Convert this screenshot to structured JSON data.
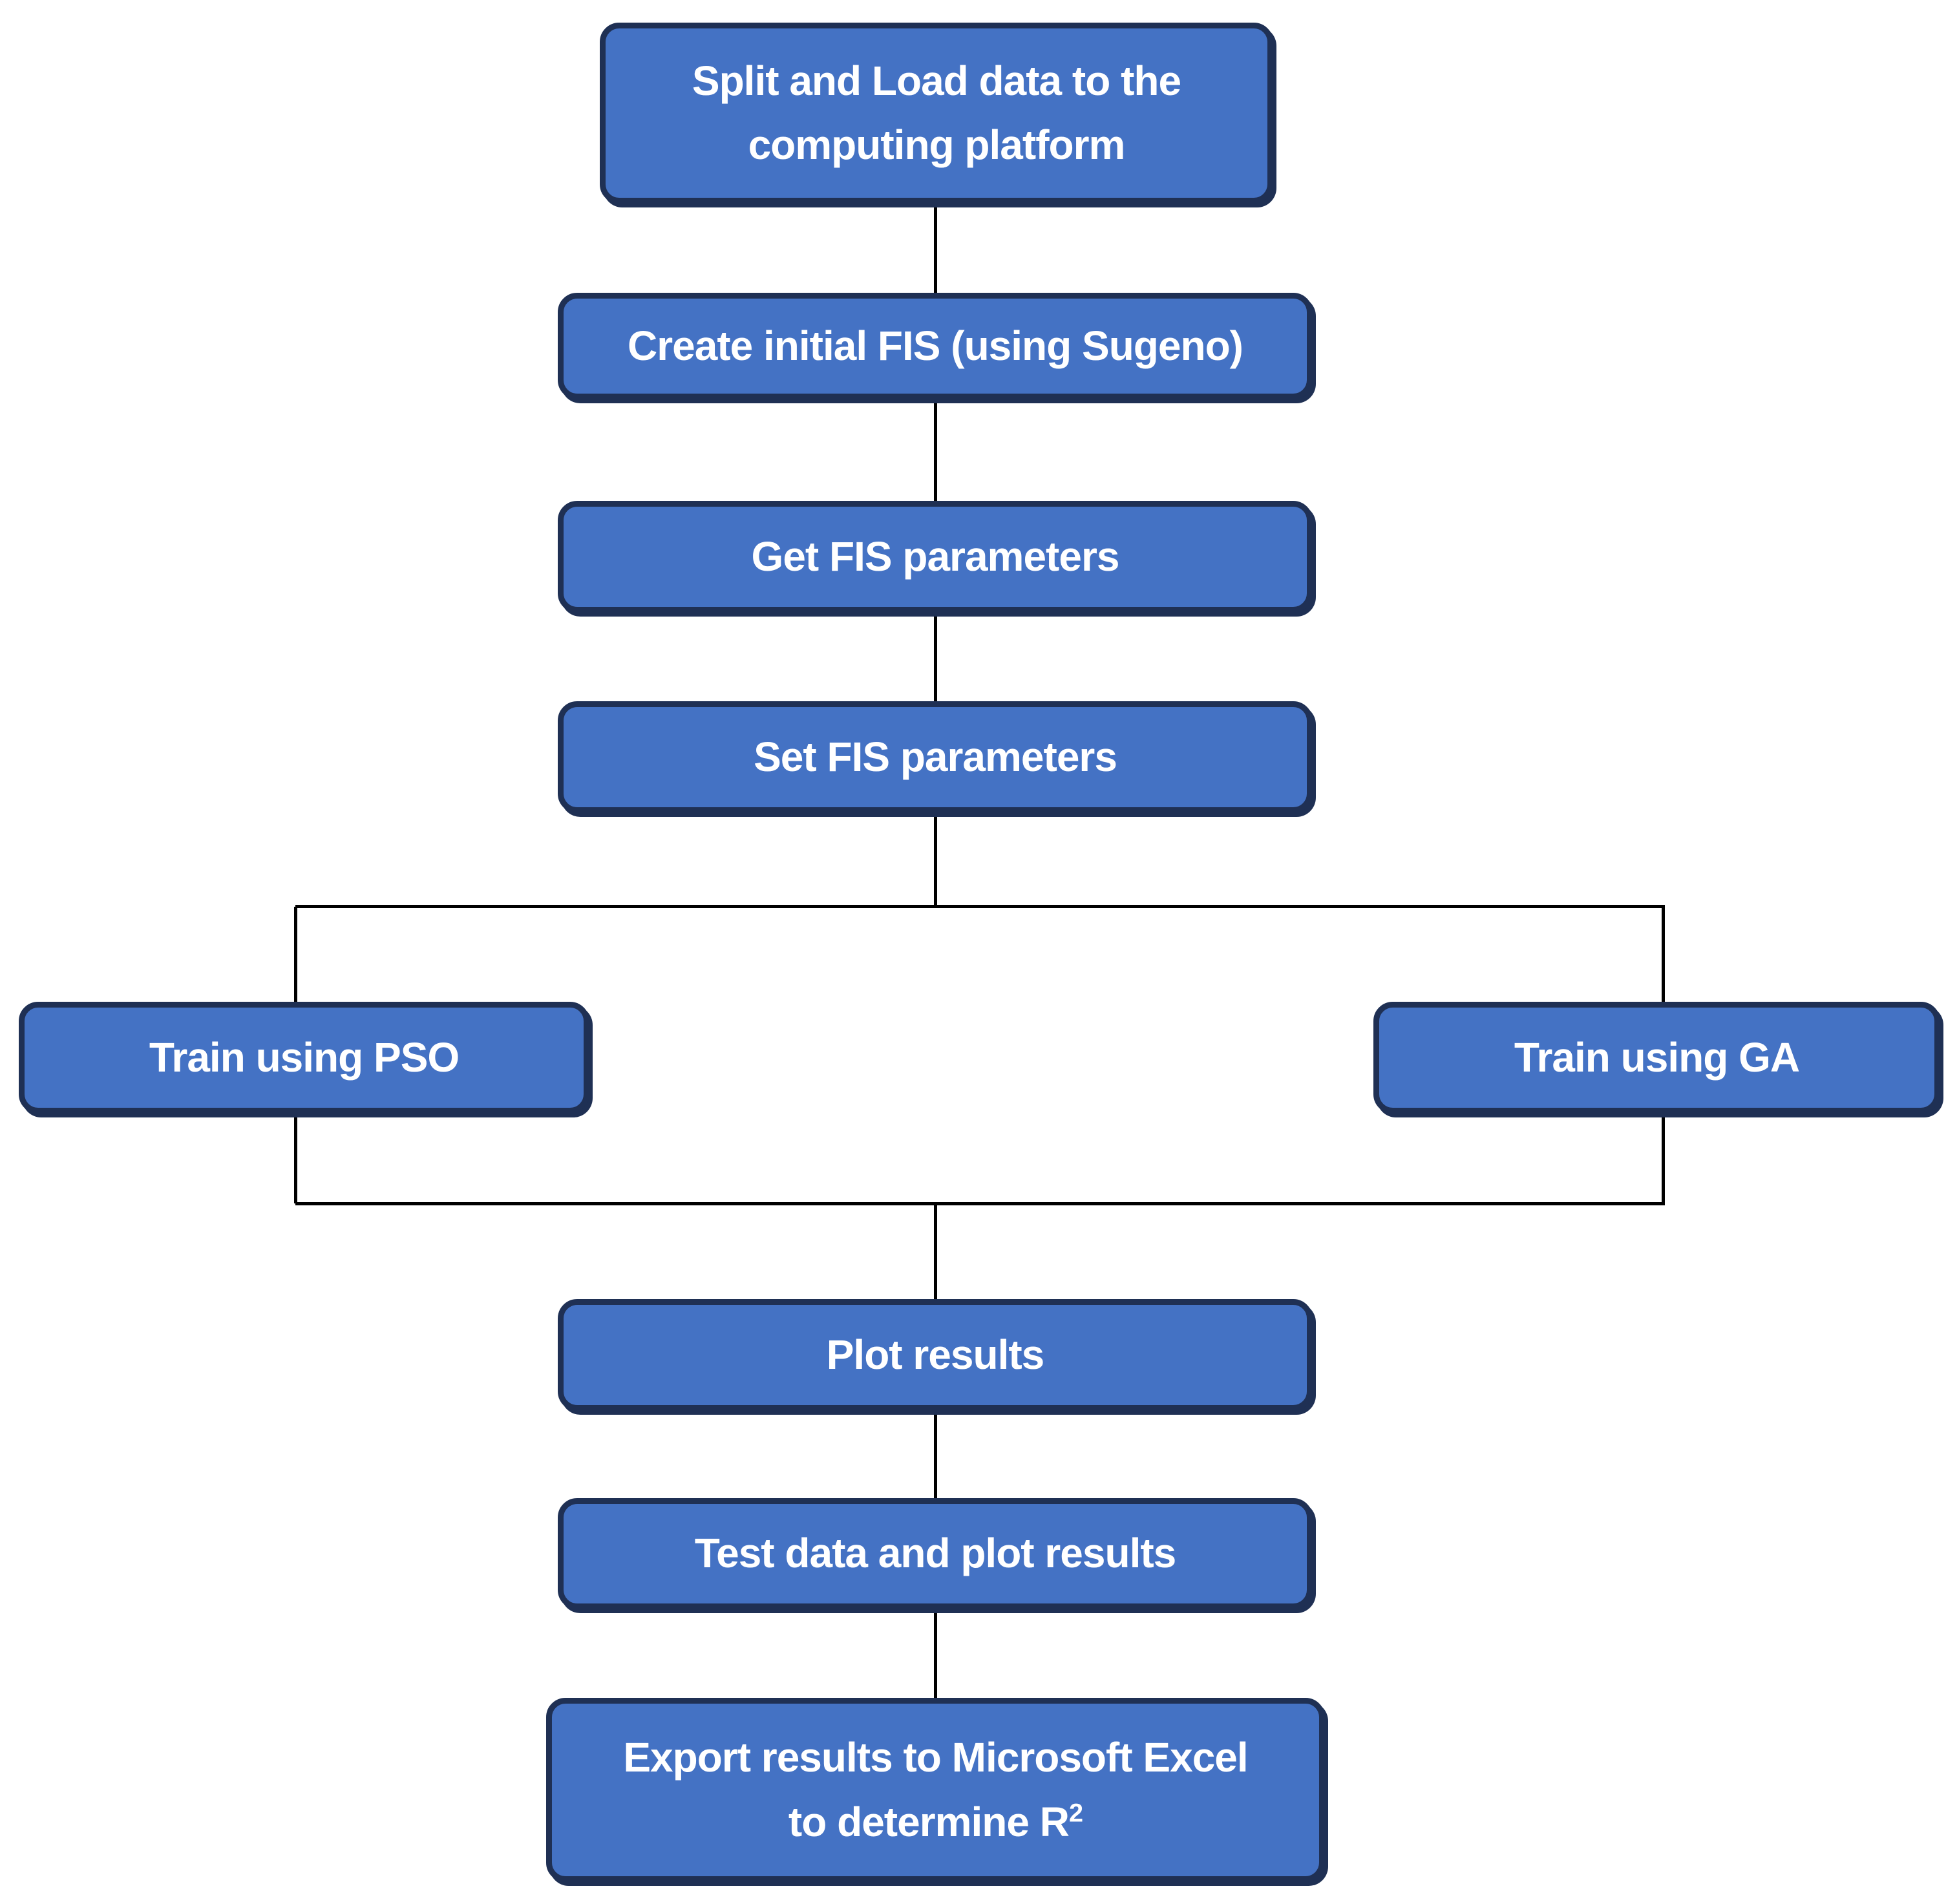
{
  "colors": {
    "node_fill": "#4472C4",
    "node_border": "#1F3054",
    "node_text": "#FFFFFF",
    "connector_line": "#000000",
    "background": "#FFFFFF"
  },
  "nodes": {
    "split_load": {
      "line1": "Split and Load data to the",
      "line2": "computing platform"
    },
    "create_fis": {
      "label": "Create initial FIS (using Sugeno)"
    },
    "get_fis": {
      "label": "Get FIS parameters"
    },
    "set_fis": {
      "label": "Set FIS parameters"
    },
    "train_pso": {
      "label": "Train using PSO"
    },
    "train_ga": {
      "label": "Train using GA"
    },
    "plot_results": {
      "label": "Plot results"
    },
    "test_plot": {
      "label": "Test data and plot results"
    },
    "export_excel": {
      "line1": "Export results to Microsoft Excel",
      "line2_text": "to determine R",
      "line2_superscript": "2"
    }
  }
}
